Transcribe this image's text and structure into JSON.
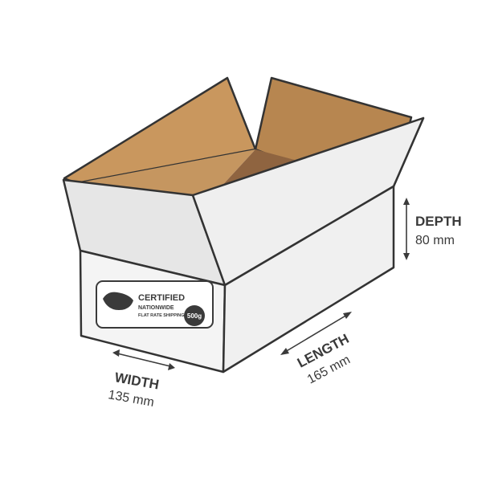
{
  "colors": {
    "outline": "#333333",
    "white_panel": "#f4f4f4",
    "shade_panel": "#e3e3e3",
    "kraft_light": "#c9975e",
    "kraft_mid": "#b78650",
    "kraft_dark": "#8f6440",
    "text": "#3a3a3a"
  },
  "dimensions": {
    "depth": {
      "title": "DEPTH",
      "value": "80 mm"
    },
    "length": {
      "title": "LENGTH",
      "value": "165 mm"
    },
    "width": {
      "title": "WIDTH",
      "value": "135 mm"
    }
  },
  "logo": {
    "line1": "CERTIFIED",
    "line2": "NATIONWIDE",
    "line3": "FLAT RATE SHIPPING",
    "seal": "500g"
  }
}
